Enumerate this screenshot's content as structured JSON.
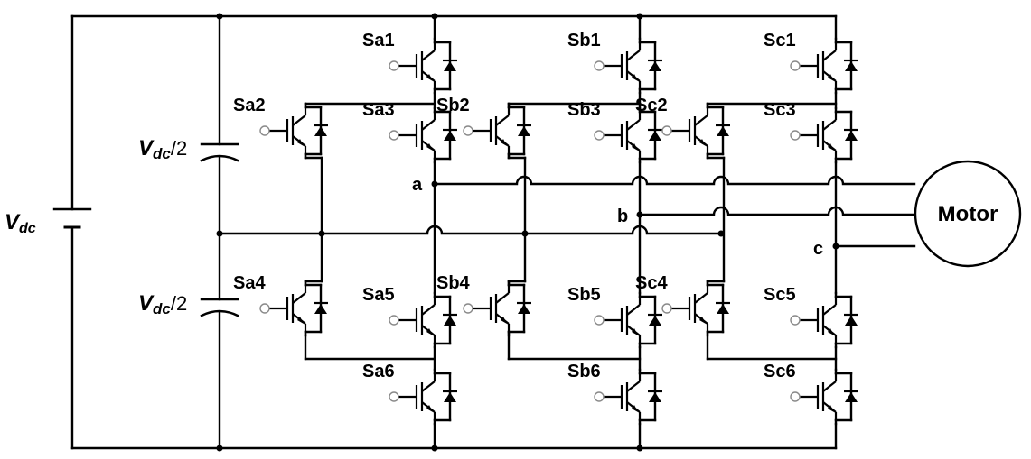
{
  "source": {
    "label_main": "V",
    "label_sub": "dc"
  },
  "capacitors": [
    {
      "label_main": "V",
      "label_sub": "dc",
      "label_tail": "/2"
    },
    {
      "label_main": "V",
      "label_sub": "dc",
      "label_tail": "/2"
    }
  ],
  "switches": [
    "Sa1",
    "Sa2",
    "Sa3",
    "Sa4",
    "Sa5",
    "Sa6",
    "Sb1",
    "Sb2",
    "Sb3",
    "Sb4",
    "Sb5",
    "Sb6",
    "Sc1",
    "Sc2",
    "Sc3",
    "Sc4",
    "Sc5",
    "Sc6"
  ],
  "outputs": {
    "a": "a",
    "b": "b",
    "c": "c"
  },
  "motor": "Motor"
}
